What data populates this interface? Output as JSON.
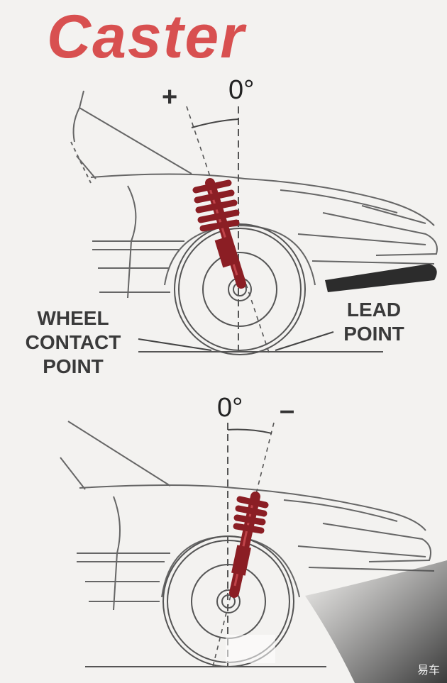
{
  "title": "Caster",
  "colors": {
    "title": "#d85050",
    "strut": "#8b1e24",
    "line": "#555555",
    "background": "#f3f2f0"
  },
  "top_diagram": {
    "plus_label": "+",
    "zero_label": "0°",
    "wheel_contact_label": [
      "WHEEL",
      "CONTACT",
      "POINT"
    ],
    "lead_label": [
      "LEAD",
      "POINT"
    ]
  },
  "bottom_diagram": {
    "zero_label": "0°",
    "minus_label": "–"
  },
  "watermark": "易车"
}
